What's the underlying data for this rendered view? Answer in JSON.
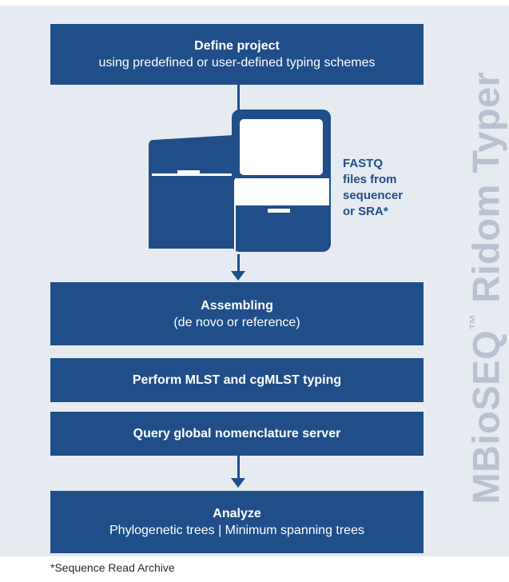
{
  "steps": [
    {
      "title": "Define project",
      "subtitle": "using predefined or user-defined typing schemes"
    },
    {
      "title": "Assembling",
      "subtitle": "(de novo or reference)"
    },
    {
      "title": "Perform MLST and cgMLST typing",
      "subtitle": ""
    },
    {
      "title": "Query global nomenclature server",
      "subtitle": ""
    },
    {
      "title": "Analyze",
      "subtitle": "Phylogenetic trees | Minimum spanning trees"
    }
  ],
  "sequencer_label": "FASTQ\nfiles from\nsequencer\nor SRA*",
  "brand": {
    "name": "MBioSEQ",
    "tm": "™",
    "product": "Ridom Typer"
  },
  "footnote": "*Sequence Read Archive",
  "colors": {
    "primary": "#1f4e89",
    "panel": "#e6eaf1",
    "brand_text": "#b9c2d0"
  },
  "icons": {
    "sequencer": "sequencer-machine-icon"
  }
}
